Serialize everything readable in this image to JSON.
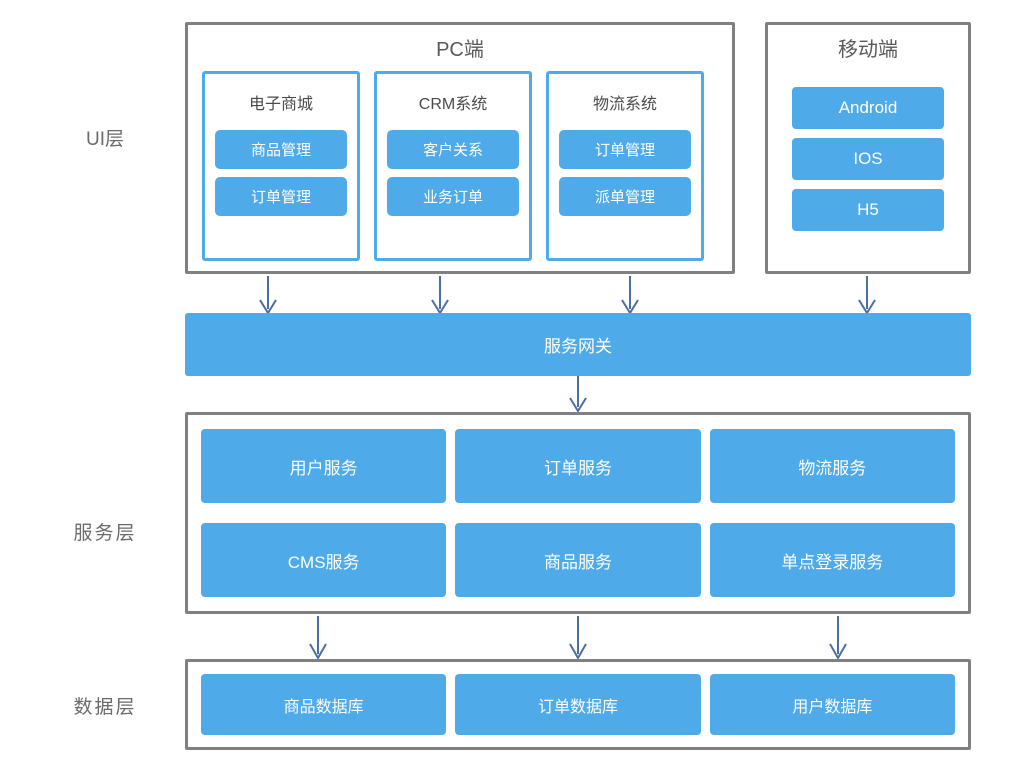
{
  "diagram": {
    "title_hidden": "",
    "accent_blue": "#4EAAE8",
    "panel_gray": "#808080",
    "arrow_color": "#4A6FA5",
    "layer_labels": {
      "ui": "UI层",
      "service": "服务层",
      "data": "数据层"
    },
    "ui_layer": {
      "pc_panel": {
        "title": "PC端",
        "systems": [
          {
            "title": "电子商城",
            "items": [
              "商品管理",
              "订单管理"
            ]
          },
          {
            "title": "CRM系统",
            "items": [
              "客户关系",
              "业务订单"
            ]
          },
          {
            "title": "物流系统",
            "items": [
              "订单管理",
              "派单管理"
            ]
          }
        ]
      },
      "mobile_panel": {
        "title": "移动端",
        "items": [
          "Android",
          "IOS",
          "H5"
        ]
      }
    },
    "gateway": {
      "label": "服务网关"
    },
    "service_layer": {
      "services": [
        "用户服务",
        "订单服务",
        "物流服务",
        "CMS服务",
        "商品服务",
        "单点登录服务"
      ]
    },
    "data_layer": {
      "databases": [
        "商品数据库",
        "订单数据库",
        "用户数据库"
      ]
    }
  }
}
